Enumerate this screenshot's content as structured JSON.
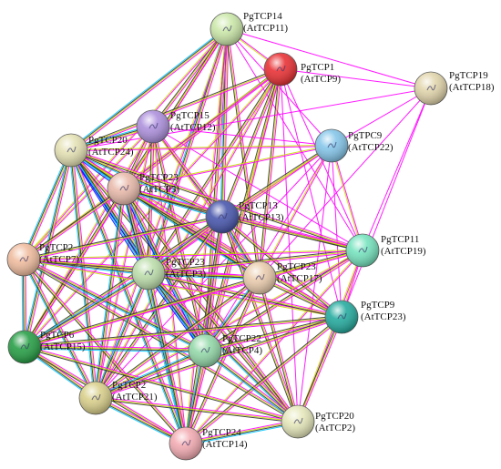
{
  "colors": {
    "edge_colors": [
      "#ff00ff",
      "#c8e000",
      "#333333",
      "#00c8ff",
      "#0000ff",
      "#9966cc"
    ]
  },
  "network": {
    "nodes": [
      {
        "id": "tcp14",
        "name": "PgTCP14",
        "alias": "(AtTCP11)",
        "color": "#c9e7a5"
      },
      {
        "id": "tcp1",
        "name": "PgTCP1",
        "alias": "(AtTCP9)",
        "color": "#e8262a"
      },
      {
        "id": "tcp19",
        "name": "PgTCP19",
        "alias": "(AtTCP18)",
        "color": "#e0d3a8"
      },
      {
        "id": "tcp15",
        "name": "PgTCP15",
        "alias": "(AtTCP12)",
        "color": "#a98bdb"
      },
      {
        "id": "tpc9",
        "name": "PgTPC9",
        "alias": "(AtTCP22)",
        "color": "#7fc3e9"
      },
      {
        "id": "tcp20a",
        "name": "PgTCP20",
        "alias": "(AtTCP24)",
        "color": "#e3e0b0"
      },
      {
        "id": "tcp23a",
        "name": "PgTCP23",
        "alias": "(AtTCP5)",
        "color": "#e8b7a7"
      },
      {
        "id": "tcp13",
        "name": "PgTCP13",
        "alias": "(AtTCP13)",
        "color": "#3f4ea8"
      },
      {
        "id": "tcp11",
        "name": "PgTCP11",
        "alias": "(AtTCP19)",
        "color": "#6fe2bb"
      },
      {
        "id": "tcp2a",
        "name": "PgTCP2",
        "alias": "(AtTCP7)",
        "color": "#efb99a"
      },
      {
        "id": "tcp23b",
        "name": "PgTCP23",
        "alias": "(AtTCP3)",
        "color": "#b9dca7"
      },
      {
        "id": "tcp23c",
        "name": "PgTCP23",
        "alias": "(AtTCP17)",
        "color": "#e9c9a9"
      },
      {
        "id": "tcp9",
        "name": "PgTCP9",
        "alias": "(AtTCP23)",
        "color": "#1aa79a"
      },
      {
        "id": "tcp6",
        "name": "PgTCP6",
        "alias": "(AtTCP15)",
        "color": "#1c9a3c"
      },
      {
        "id": "tcp22",
        "name": "PgTCP22",
        "alias": "(AtTCP4)",
        "color": "#8fd7a5"
      },
      {
        "id": "tcp2b",
        "name": "PgTCP2",
        "alias": "(AtTCP21)",
        "color": "#d7cd85"
      },
      {
        "id": "tcp20b",
        "name": "PgTCP20",
        "alias": "(AtTCP2)",
        "color": "#e5e7b8"
      },
      {
        "id": "tcp24",
        "name": "PgTCP24",
        "alias": "(AtTCP14)",
        "color": "#f2a7ae"
      }
    ]
  }
}
